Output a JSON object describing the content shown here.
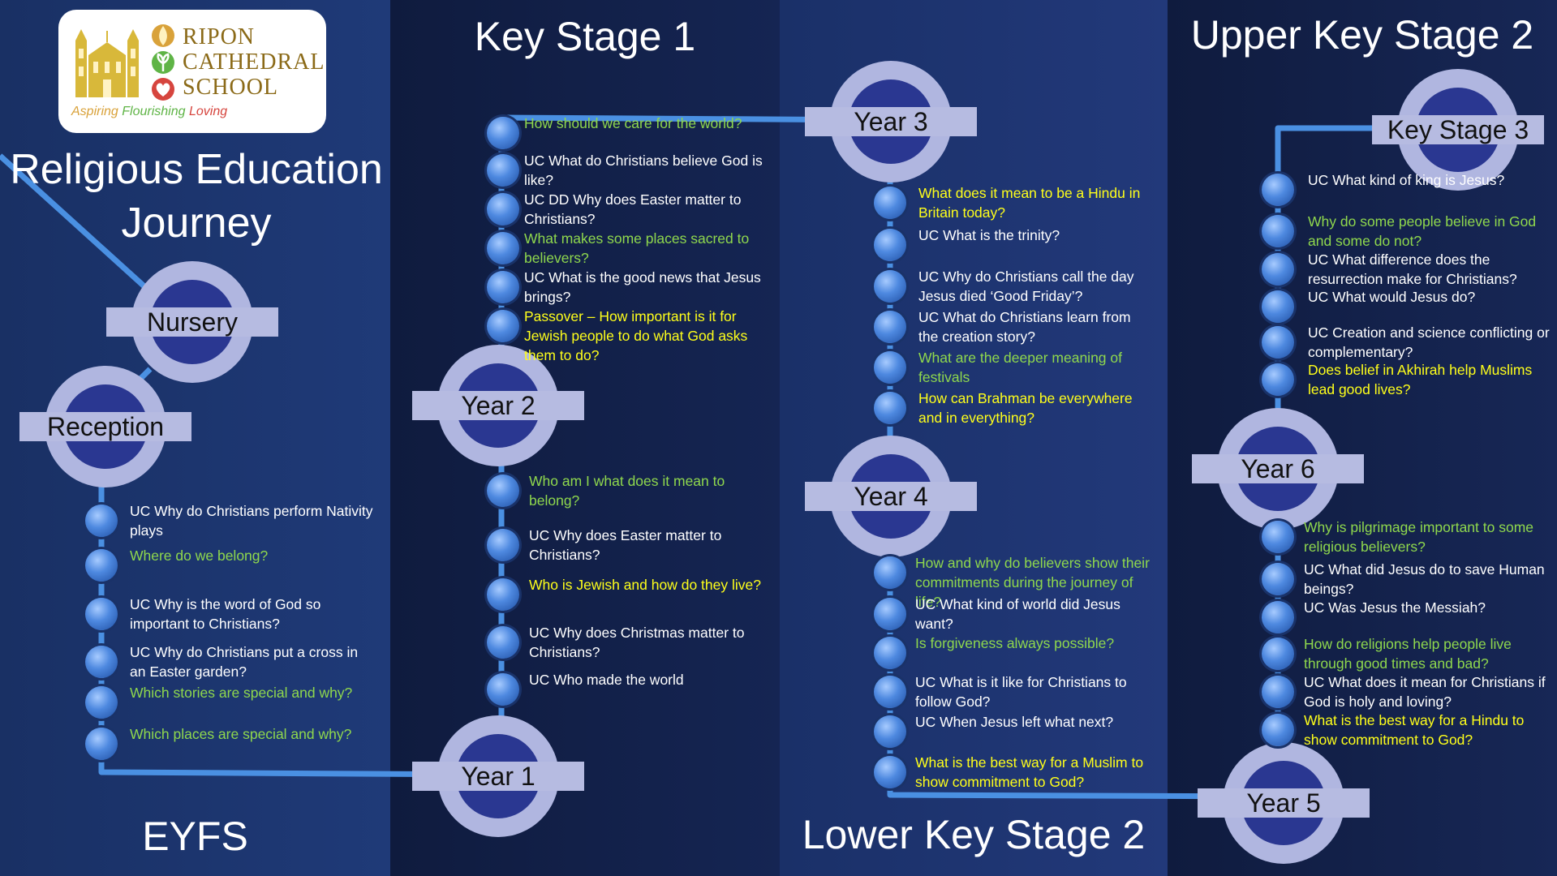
{
  "logo": {
    "name_lines": [
      "RIPON",
      "CATHEDRAL",
      "SCHOOL"
    ],
    "tagline": [
      "Aspiring",
      "Flourishing",
      "Loving"
    ]
  },
  "title_lines": [
    "Religious Education",
    "Journey"
  ],
  "sections": {
    "eyfs": "EYFS",
    "ks1": "Key Stage 1",
    "lks2": "Lower Key Stage 2",
    "uks2": "Upper Key Stage 2"
  },
  "stations": {
    "nursery": "Nursery",
    "reception": "Reception",
    "year1": "Year 1",
    "year2": "Year 2",
    "year3": "Year 3",
    "year4": "Year 4",
    "year5": "Year 5",
    "year6": "Year 6",
    "ks3": "Key Stage 3"
  },
  "colors": {
    "green_text": "#8fd84d",
    "yellow_text": "#ffff1a",
    "white_text": "#ffffff",
    "track": "#4a90e2",
    "roundel_ring": "#b0b6e0",
    "roundel_center": "#2a3791"
  },
  "questions": {
    "reception": [
      {
        "text": "UC Why do Christians perform Nativity plays",
        "color": "white"
      },
      {
        "text": "Where do we belong?",
        "color": "green"
      },
      {
        "text": "UC Why is the word of God so important to Christians?",
        "color": "white"
      },
      {
        "text": "UC Why do Christians put a cross in an Easter garden?",
        "color": "white"
      },
      {
        "text": "Which stories are special and why?",
        "color": "green"
      },
      {
        "text": "Which places are special and why?",
        "color": "green"
      }
    ],
    "year1": [
      {
        "text": "Who am I what does it mean to belong?",
        "color": "green"
      },
      {
        "text": "UC Why does Easter matter to Christians?",
        "color": "white"
      },
      {
        "text": "Who is Jewish and how do they live?",
        "color": "yellow"
      },
      {
        "text": "UC Why does Christmas matter to Christians?",
        "color": "white"
      },
      {
        "text": "UC Who made the world",
        "color": "white"
      }
    ],
    "year2": [
      {
        "text": "How should we care for the world?",
        "color": "green"
      },
      {
        "text": "UC What do Christians believe God is like?",
        "color": "white"
      },
      {
        "text": "UC DD Why does Easter matter to Christians?",
        "color": "white"
      },
      {
        "text": "What makes some places sacred to believers?",
        "color": "green"
      },
      {
        "text": "UC What is the good news that Jesus brings?",
        "color": "white"
      },
      {
        "text": "Passover – How important is it for Jewish people to do what God asks them to do?",
        "color": "yellow"
      }
    ],
    "year3": [
      {
        "text": "What does it mean to be a Hindu in Britain today?",
        "color": "yellow"
      },
      {
        "text": "UC What is the trinity?",
        "color": "white"
      },
      {
        "text": "UC Why do Christians call the day Jesus died ‘Good Friday’?",
        "color": "white"
      },
      {
        "text": "UC What do Christians learn from the creation story?",
        "color": "white"
      },
      {
        "text": "What are the deeper meaning of festivals",
        "color": "green"
      },
      {
        "text": "How can Brahman be everywhere and in everything?",
        "color": "yellow"
      }
    ],
    "year4": [
      {
        "text": "How and why do believers show their commitments during the journey of life?",
        "color": "green"
      },
      {
        "text": "UC What kind of world did Jesus want?",
        "color": "white"
      },
      {
        "text": "Is forgiveness always possible?",
        "color": "green"
      },
      {
        "text": "UC What is it like for Christians to follow God?",
        "color": "white"
      },
      {
        "text": "UC When Jesus left what next?",
        "color": "white"
      },
      {
        "text": "What is the best way for a Muslim to show commitment to God?",
        "color": "yellow"
      }
    ],
    "year5": [
      {
        "text": "Why is pilgrimage important to some religious believers?",
        "color": "green"
      },
      {
        "text": "UC What did Jesus do to save Human beings?",
        "color": "white"
      },
      {
        "text": "UC Was Jesus the Messiah?",
        "color": "white"
      },
      {
        "text": "How do religions help people live through good times and bad?",
        "color": "green"
      },
      {
        "text": "UC What does it mean for Christians if God is holy and loving?",
        "color": "white"
      },
      {
        "text": "What is the best way for a Hindu to show commitment to God?",
        "color": "yellow"
      }
    ],
    "year6": [
      {
        "text": "UC What kind of king is Jesus?",
        "color": "white"
      },
      {
        "text": "Why do some people believe in God and some do not?",
        "color": "green"
      },
      {
        "text": "UC What difference does the resurrection make for Christians?",
        "color": "white"
      },
      {
        "text": "UC What would Jesus do?",
        "color": "white"
      },
      {
        "text": "UC Creation and science conflicting or complementary?",
        "color": "white"
      },
      {
        "text": "Does belief in Akhirah help Muslims lead good lives?",
        "color": "yellow"
      }
    ]
  }
}
